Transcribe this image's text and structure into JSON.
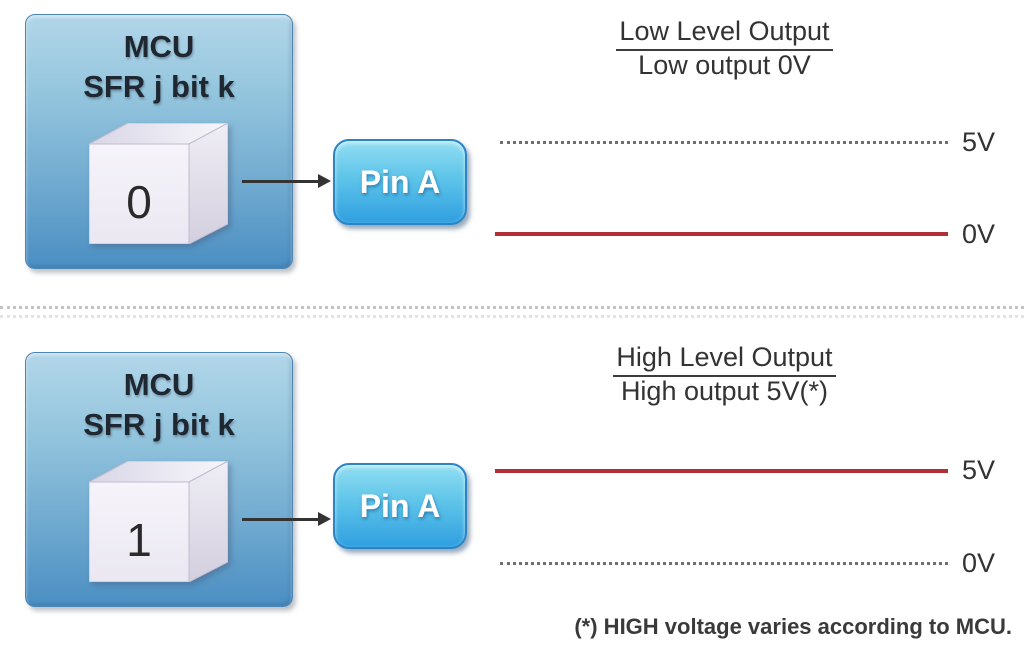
{
  "footnote": "(*) HIGH voltage varies according to MCU.",
  "colors": {
    "mcu_box_gradient_top": "#b2d6e9",
    "mcu_box_gradient_bottom": "#4a8ec2",
    "pin_button_gradient_top": "#90def2",
    "pin_button_gradient_bottom": "#2f9fe0",
    "voltage_line_red": "#b12f36",
    "voltage_line_dashed": "#6e6e6e"
  },
  "sections": [
    {
      "name": "low-level-output",
      "heading": "Low Level Output",
      "subheading": "Low output 0V",
      "mcu_title_line1": "MCU",
      "mcu_title_line2": "SFR j bit k",
      "bit_value": "0",
      "pin_label": "Pin A",
      "levels": [
        {
          "label": "5V",
          "style": "dashed"
        },
        {
          "label": "0V",
          "style": "solid-red"
        }
      ]
    },
    {
      "name": "high-level-output",
      "heading": "High Level Output",
      "subheading": "High output 5V(*)",
      "mcu_title_line1": "MCU",
      "mcu_title_line2": "SFR j bit k",
      "bit_value": "1",
      "pin_label": "Pin A",
      "levels": [
        {
          "label": "5V",
          "style": "solid-red"
        },
        {
          "label": "0V",
          "style": "dashed"
        }
      ]
    }
  ]
}
